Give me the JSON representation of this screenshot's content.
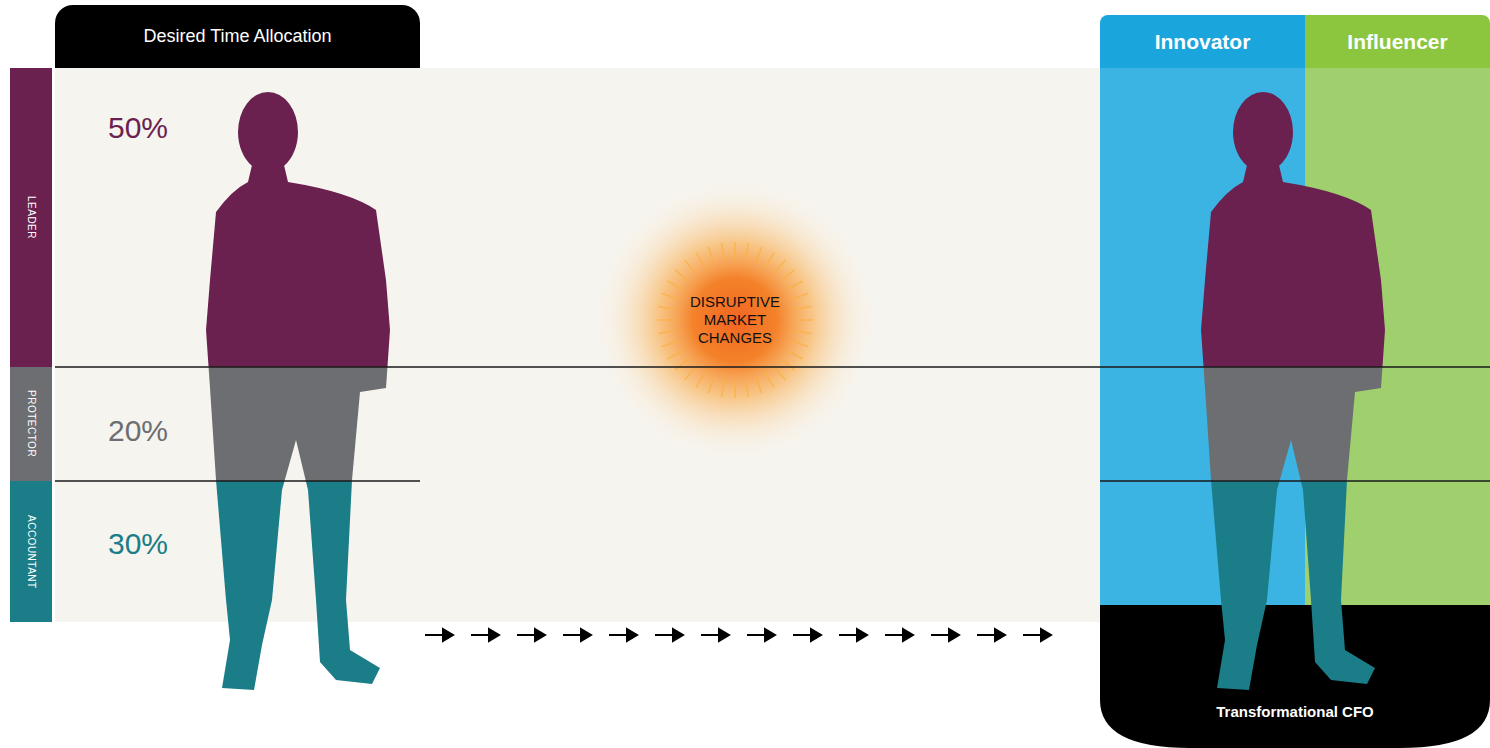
{
  "diagram": {
    "nodes": [
      {
        "text": [
          "Desired Time Allocation"
        ]
      },
      {
        "text": [
          "Innovator"
        ]
      },
      {
        "text": [
          "Influencer"
        ]
      },
      {
        "text": [
          "LEADER"
        ]
      },
      {
        "text": [
          "PROTECTOR"
        ]
      },
      {
        "text": [
          "ACCOUNTANT"
        ]
      },
      {
        "text": [
          "DISRUPTIVE MARKET CHANGES"
        ]
      },
      {
        "text": [
          "Transformational CFO"
        ]
      }
    ],
    "labels": [
      "50%",
      "20%",
      "30%"
    ]
  }
}
